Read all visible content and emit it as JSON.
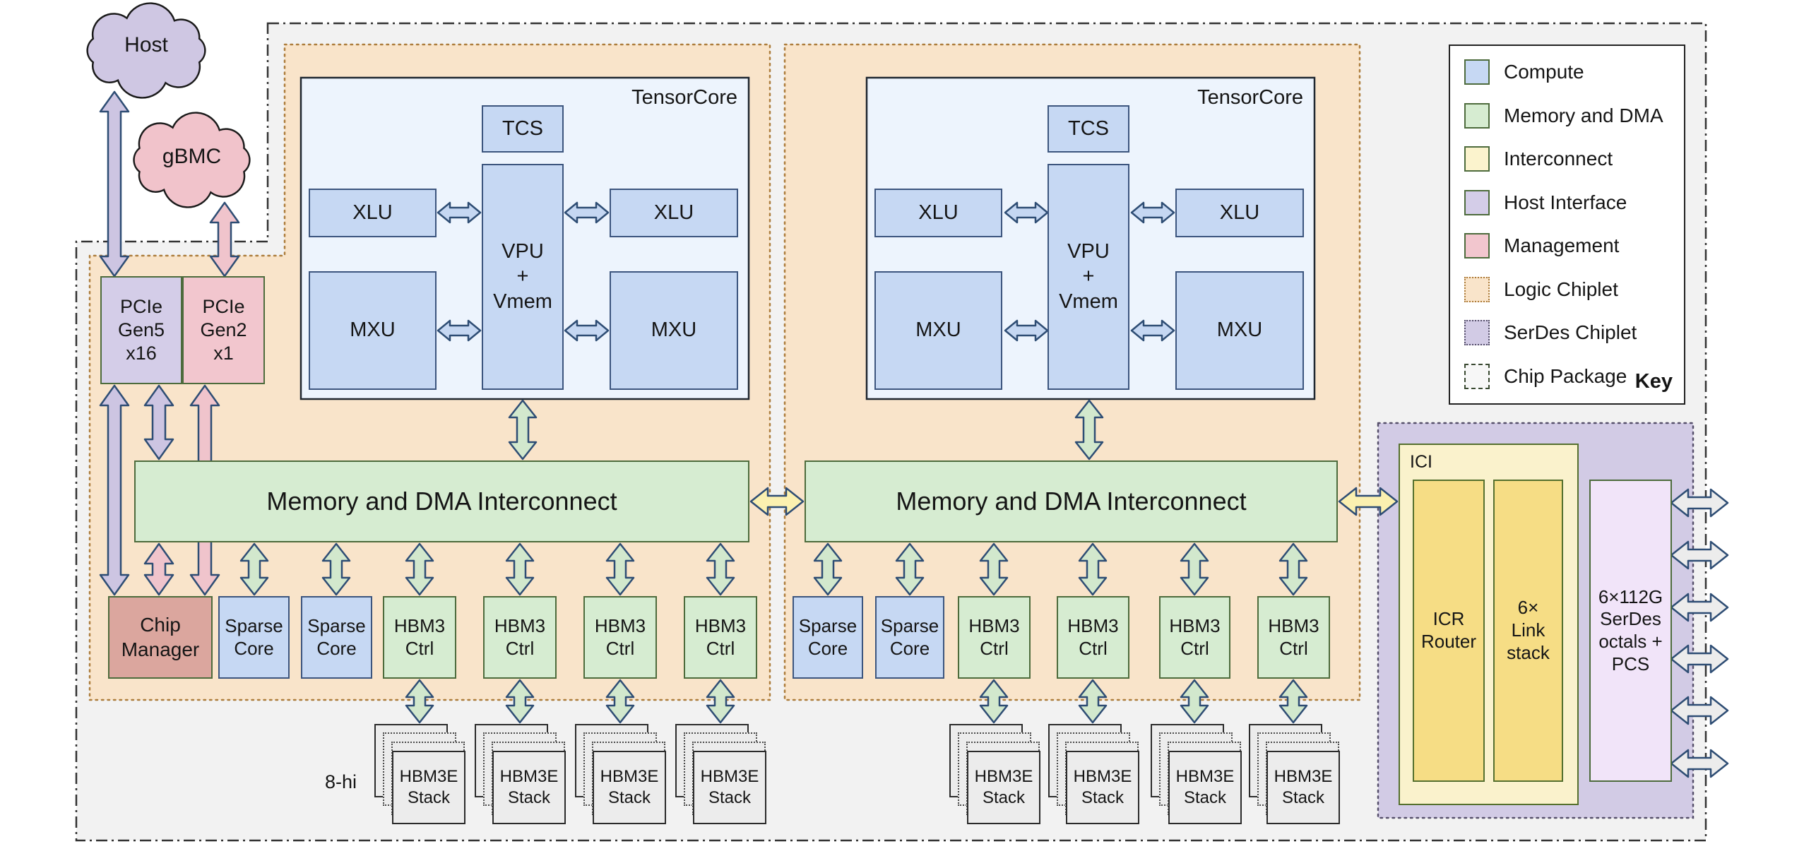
{
  "clouds": {
    "host": "Host",
    "gbmc": "gBMC"
  },
  "boxes": {
    "pcie_gen5": "PCIe\nGen5\nx16",
    "pcie_gen2": "PCIe\nGen2\nx1",
    "chip_manager": "Chip\nManager",
    "sparse_core": "Sparse\nCore",
    "hbm_ctrl": "HBM3\nCtrl",
    "hbm_stack": "HBM3E\nStack",
    "eight_hi": "8-hi",
    "interconnect": "Memory and DMA Interconnect",
    "tensorcore": "TensorCore",
    "tcs": "TCS",
    "vpu": "VPU\n+\nVmem",
    "xlu": "XLU",
    "mxu": "MXU",
    "ici": "ICI",
    "icr_router": "ICR\nRouter",
    "link_stack": "6×\nLink\nstack",
    "serdes_phy": "6×112G\nSerDes\noctals +\nPCS"
  },
  "legend": {
    "title": "Key",
    "items": [
      {
        "label": "Compute",
        "color": "#c6d8f3"
      },
      {
        "label": "Memory and DMA",
        "color": "#d6ecd1"
      },
      {
        "label": "Interconnect",
        "color": "#fbf3cd"
      },
      {
        "label": "Host Interface",
        "color": "#d4cde8"
      },
      {
        "label": "Management",
        "color": "#f2c6ce"
      },
      {
        "label": "Logic Chiplet",
        "color": "#f9e4ca"
      },
      {
        "label": "SerDes Chiplet",
        "color": "#d2cbe5"
      },
      {
        "label": "Chip Package",
        "color": "#f7f7f7"
      }
    ]
  },
  "colors": {
    "arrow_stroke": "#2e4d74",
    "box_border_green": "#4d6b3c",
    "compute_border": "#3c557e",
    "chip_manager_fill": "#dba69e",
    "ici_inner_fill": "#f6dd85",
    "serdes_phy_fill": "#f1e4f9",
    "package_fill": "#f2f2f2",
    "logic_chiplet_fill": "#f9e4ca",
    "serdes_chiplet_fill": "#d2cbe5"
  }
}
